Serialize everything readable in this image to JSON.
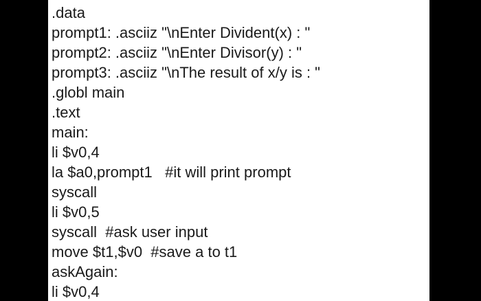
{
  "document": {
    "lines": [
      ".data",
      "prompt1: .asciiz \"\\nEnter Divident(x) : \"",
      "prompt2: .asciiz \"\\nEnter Divisor(y) : \"",
      "prompt3: .asciiz \"\\nThe result of x/y is : \"",
      ".globl main",
      ".text",
      "main:",
      "li $v0,4",
      "la $a0,prompt1   #it will print prompt",
      "syscall",
      "li $v0,5",
      "syscall  #ask user input",
      "move $t1,$v0  #save a to t1",
      "askAgain:",
      "li $v0,4"
    ]
  }
}
